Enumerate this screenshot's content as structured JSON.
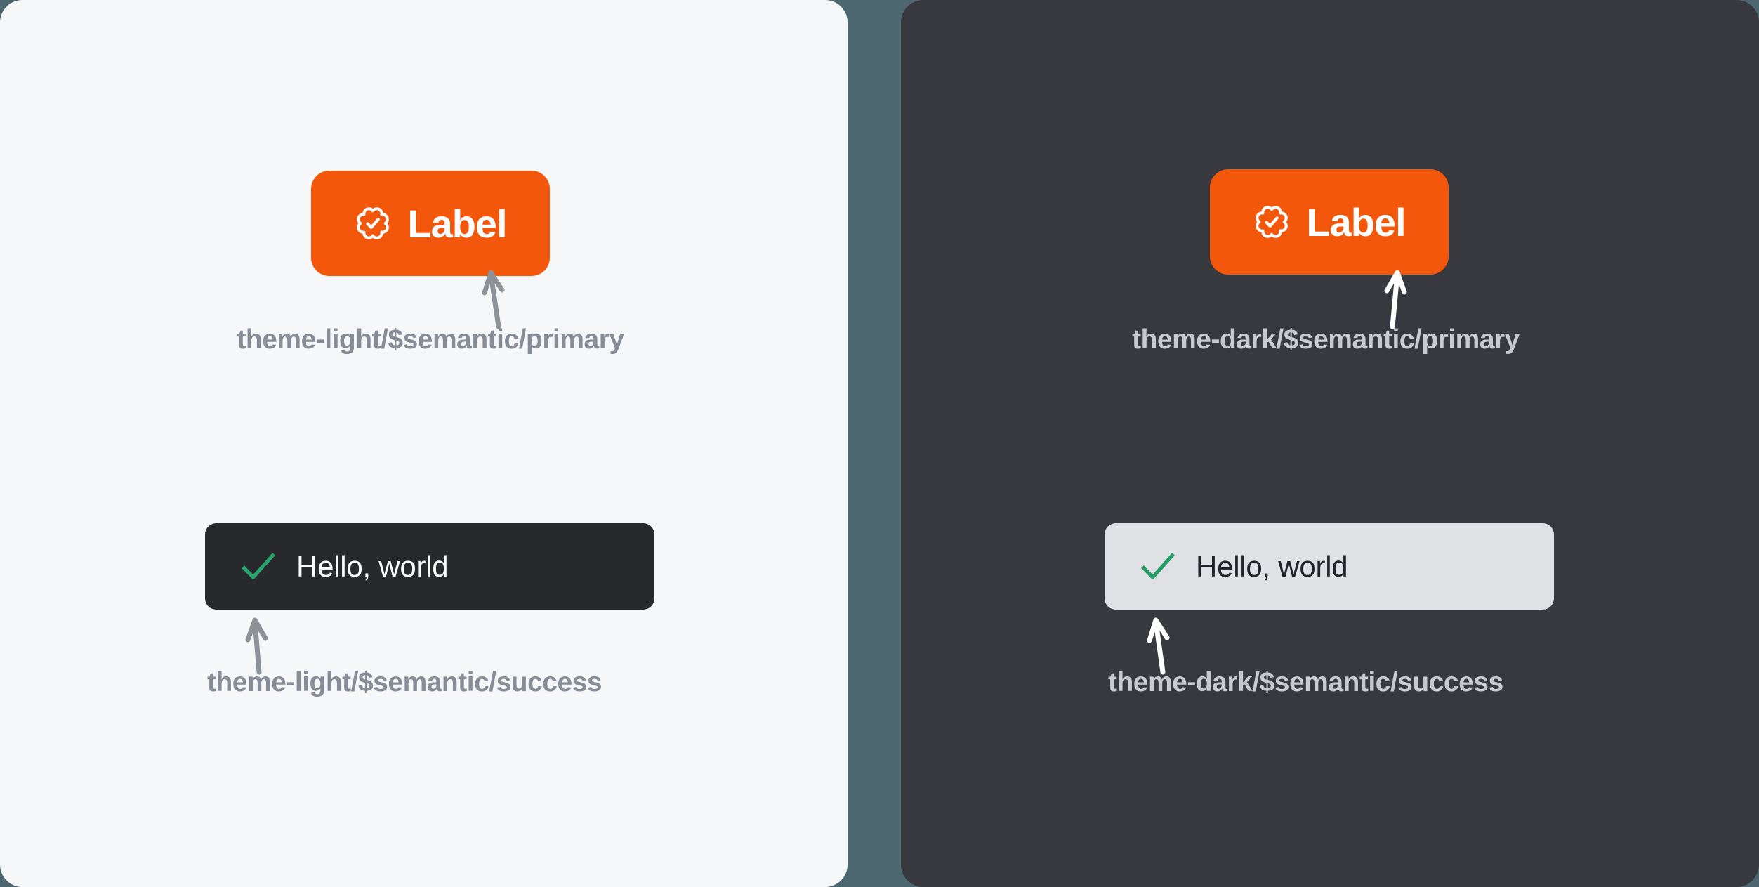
{
  "canvas": {
    "background_color": "#4D6770"
  },
  "light_panel": {
    "theme": "light",
    "background_color": "#F6F7F9",
    "button": {
      "label": "Label",
      "background_color": "#F2570C",
      "text_color": "#FFFFFF",
      "icon": "verified-badge-icon"
    },
    "primary_caption": "theme-light/$semantic/primary",
    "toast": {
      "message": "Hello, world",
      "background_color": "#28292B",
      "text_color": "#FAFAFA",
      "icon": "check-icon",
      "check_color": "#28A46D"
    },
    "success_caption": "theme-light/$semantic/success",
    "caption_color": "#878D96",
    "arrow_color": "#8D9299"
  },
  "dark_panel": {
    "theme": "dark",
    "background_color": "#37393E",
    "button": {
      "label": "Label",
      "background_color": "#F2570C",
      "text_color": "#FFFFFF",
      "icon": "verified-badge-icon"
    },
    "primary_caption": "theme-dark/$semantic/primary",
    "toast": {
      "message": "Hello, world",
      "background_color": "#DFE1E4",
      "text_color": "#212328",
      "icon": "check-icon",
      "check_color": "#239C63"
    },
    "success_caption": "theme-dark/$semantic/success",
    "caption_color": "#C7CAD0",
    "arrow_color": "#FFFFFF"
  }
}
